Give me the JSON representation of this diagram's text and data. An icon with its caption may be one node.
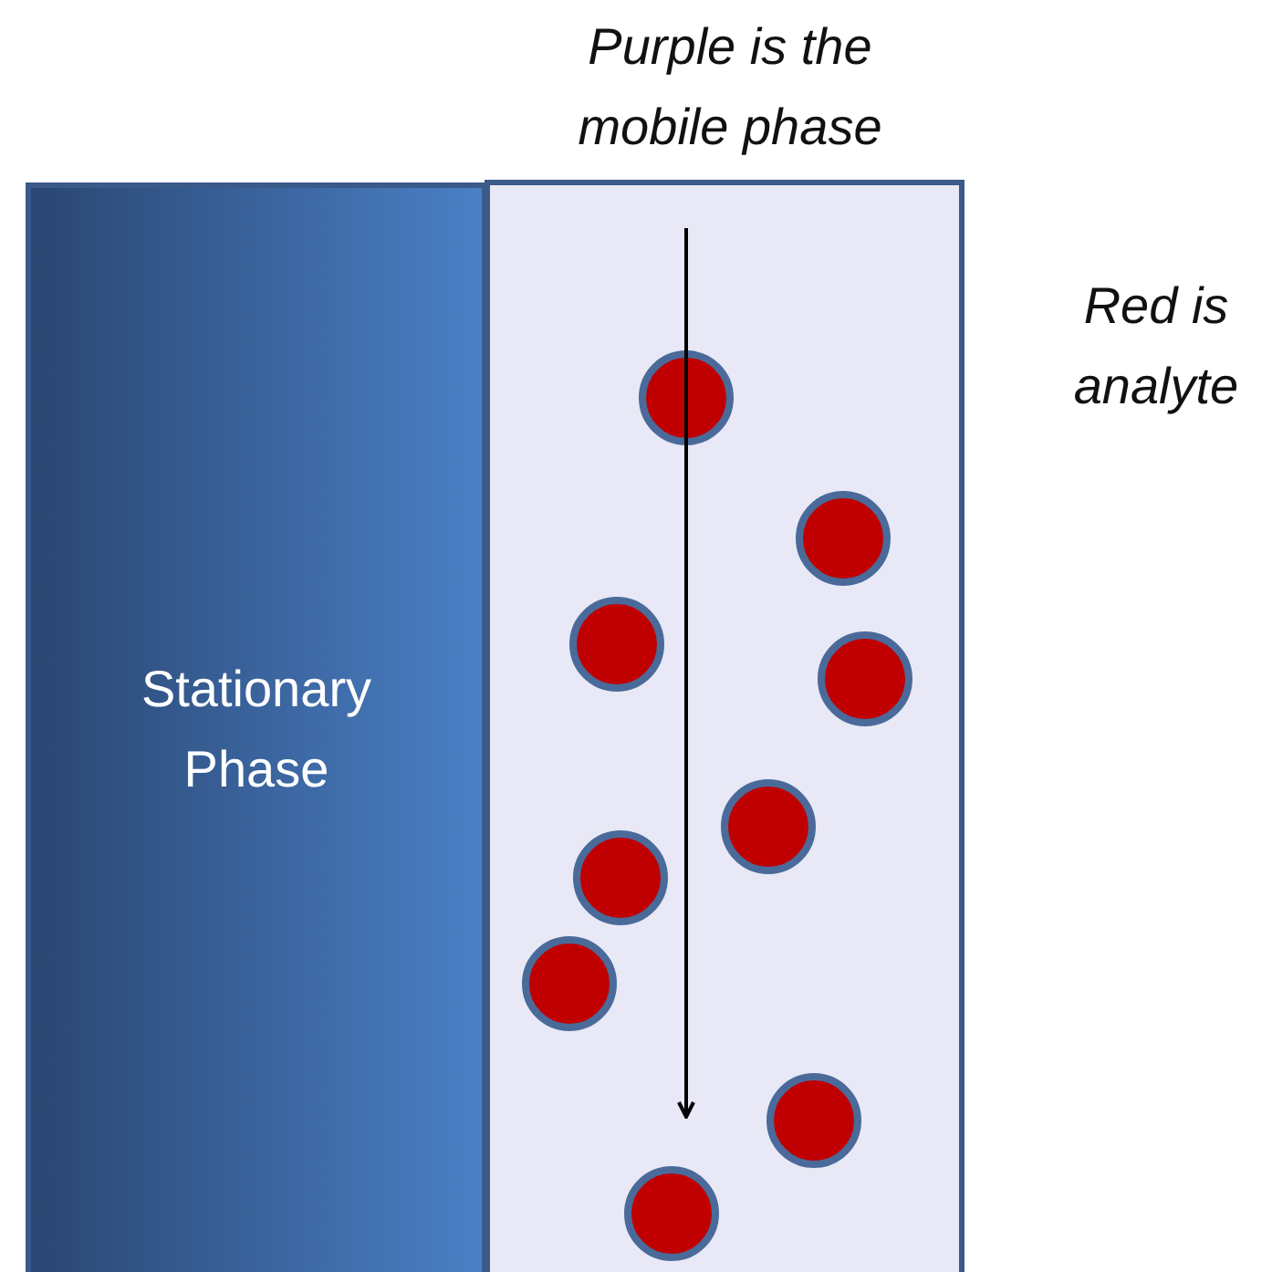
{
  "diagram": {
    "nodes": [
      {
        "text": [
          "Stationary Phase"
        ]
      }
    ],
    "labels": [
      "Purple is the mobile phase",
      "Red is analyte"
    ]
  }
}
